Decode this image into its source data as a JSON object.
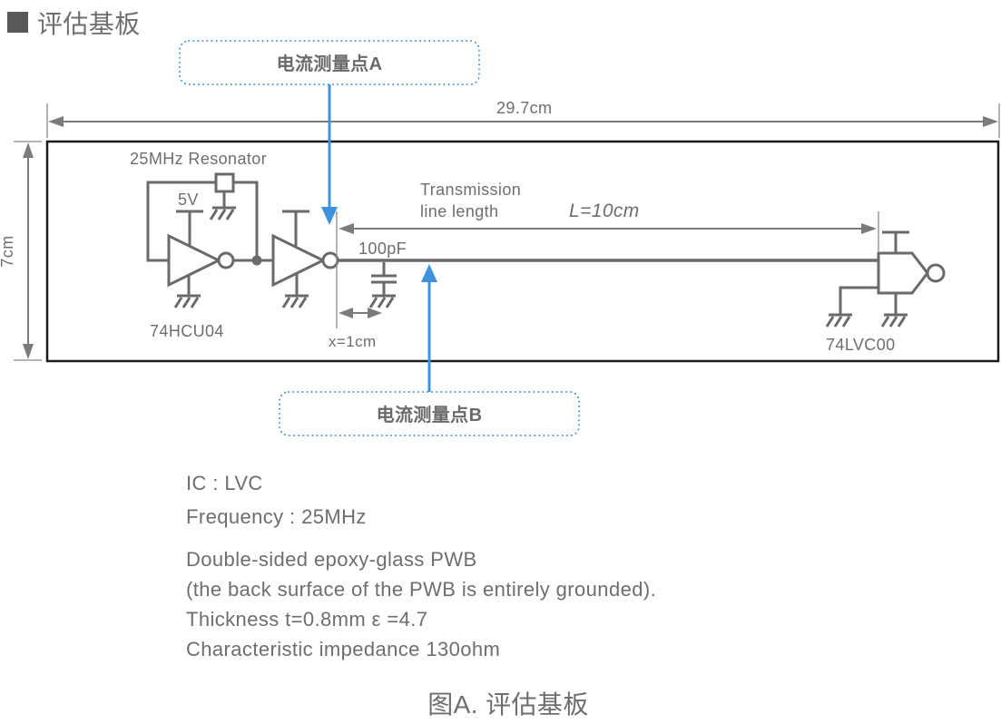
{
  "page": {
    "title": "评估基板",
    "caption": "图A.  评估基板"
  },
  "callouts": {
    "a": "电流测量点A",
    "b": "电流测量点B"
  },
  "dimensions": {
    "board_width": "29.7cm",
    "board_height": "7cm",
    "transmission_label_line1": "Transmission",
    "transmission_label_line2": "line length",
    "line_length": "L=10cm",
    "x_offset": "x=1cm"
  },
  "components": {
    "resonator": "25MHz Resonator",
    "supply_voltage": "5V",
    "driver_ic": "74HCU04",
    "capacitor": "100pF",
    "receiver_ic": "74LVC00"
  },
  "notes": {
    "line1": "IC : LVC",
    "line2": "Frequency : 25MHz",
    "line3": "Double-sided epoxy-glass PWB",
    "line4": "(the back surface of the PWB is entirely grounded).",
    "line5": "Thickness t=0.8mm  ε =4.7",
    "line6": "Characteristic impedance 130ohm"
  },
  "colors": {
    "accent_blue": "#3f93de",
    "circuit_gray": "#6a6a6a",
    "board_border": "#1a1a1a"
  }
}
